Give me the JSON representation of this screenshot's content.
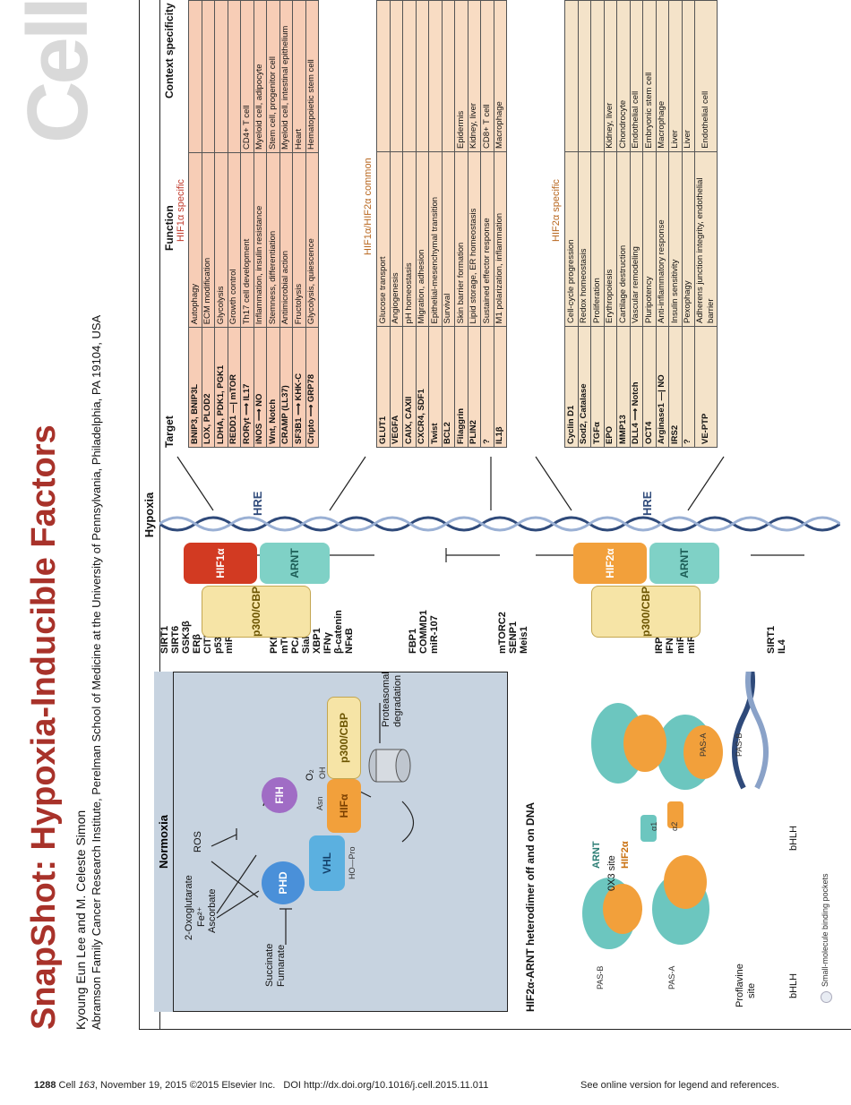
{
  "header": {
    "title": "SnapShot: Hypoxia-Inducible Factors",
    "authors": "Kyoung Eun Lee and M. Celeste Simon",
    "affiliation": "Abramson Family Cancer Research Institute, Perelman School of Medicine at the University of Pennsylvania, Philadelphia, PA 19104, USA",
    "logo": "Cell"
  },
  "footer": {
    "page": "1288",
    "citation_pre": "Cell ",
    "volume": "163",
    "citation_post": ", November 19, 2015 ©2015 Elsevier Inc.",
    "doi": "DOI http://dx.doi.org/10.1016/j.cell.2015.11.011",
    "online": "See online version for legend and references."
  },
  "normoxia": {
    "title": "Normoxia",
    "cofactors": [
      "2-Oxoglutarate",
      "Fe²⁺",
      "Ascorbate"
    ],
    "ros": "ROS",
    "inhibitors": [
      "Succinate",
      "Fumarate"
    ],
    "phd": "PHD",
    "fih": "FIH",
    "vhl": "VHL",
    "hif": "HIFα",
    "p300": "p300/CBP",
    "o2": "O₂",
    "hopro": "HO—Pro",
    "asn": "Asn",
    "oh": "OH",
    "degradation": [
      "Proteasomal",
      "degradation"
    ]
  },
  "structure": {
    "title": "HIF2α-ARNT heterodimer off and on DNA",
    "arnt": "ARNT",
    "hif2a": "HIF2α",
    "oxsite": "0X3 site",
    "proflavine": [
      "Proflavine",
      "site"
    ],
    "bhlh": "bHLH",
    "pasa": "PAS-A",
    "pasb": "PAS-B",
    "a1": "α1",
    "a2": "α2",
    "legend": "Small-molecule binding pockets"
  },
  "hypoxia": {
    "title": "Hypoxia",
    "hre": "HRE",
    "arnt": "ARNT",
    "p300": "p300/CBP",
    "hif1a": "HIF1α",
    "hif2a": "HIF2α",
    "hif1_inhib": [
      "SIRT1",
      "SIRT6",
      "GSK3β",
      "ERβ",
      "CITED2",
      "p53",
      "miR-210"
    ],
    "hif1_act": [
      "PKM2",
      "mTORC1",
      "PCAF",
      "Siah2",
      "XBP1",
      "IFNγ",
      "β-catenin",
      "NFκB"
    ],
    "common_inhib": [
      "FBP1",
      "COMMD1",
      "miR-107"
    ],
    "common_act": [
      "mTORC2",
      "SENP1",
      "Meis1"
    ],
    "hif2_inhib": [
      "IRP1",
      "IFNγ",
      "miR-30c-2-3p",
      "miR-30a-3p"
    ],
    "hif2_act": [
      "SIRT1",
      "IL4"
    ]
  },
  "table": {
    "col_target": "Target",
    "col_function": "Function",
    "col_context": "Context specificity",
    "hif1_title": "HIF1α specific",
    "common_title": "HIF1α/HIF2α common",
    "hif2_title": "HIF2α specific",
    "hif1_rows": [
      [
        "BNIP3, BNIP3L",
        "Autophagy",
        ""
      ],
      [
        "LOX, PLOD2",
        "ECM modification",
        ""
      ],
      [
        "LDHA, PDK1, PGK1",
        "Glycolysis",
        ""
      ],
      [
        "REDD1 —| mTOR",
        "Growth control",
        ""
      ],
      [
        "RORγt ⟶ IL17",
        "Th17 cell development",
        "CD4+ T cell"
      ],
      [
        "iNOS ⟶ NO",
        "Inflammation, insulin resistance",
        "Myeloid cell, adipocyte"
      ],
      [
        "Wnt, Notch",
        "Stemness, differentiation",
        "Stem cell, progenitor cell"
      ],
      [
        "CRAMP (LL37)",
        "Antimicrobial action",
        "Myeloid cell, intestinal epithelium"
      ],
      [
        "SF3B1 ⟶ KHK-C",
        "Fructolysis",
        "Heart"
      ],
      [
        "Cripto ⟶ GRP78",
        "Glycolysis, quiescence",
        "Hematopoietic stem cell"
      ]
    ],
    "common_rows": [
      [
        "GLUT1",
        "Glucose transport",
        ""
      ],
      [
        "VEGFA",
        "Angiogenesis",
        ""
      ],
      [
        "CAIX, CAXII",
        "pH homeostasis",
        ""
      ],
      [
        "CXCR4, SDF1",
        "Migration, adhesion",
        ""
      ],
      [
        "Twist",
        "Epithelial-mesenchymal transition",
        ""
      ],
      [
        "BCL2",
        "Survival",
        ""
      ],
      [
        "Filaggrin",
        "Skin barrier formation",
        "Epidermis"
      ],
      [
        "PLIN2",
        "Lipid storage, ER homeostasis",
        "Kidney, liver"
      ],
      [
        "?",
        "Sustained effector response",
        "CD8+ T cell"
      ],
      [
        "IL1β",
        "M1 polarization, inflammation",
        "Macrophage"
      ]
    ],
    "hif2_rows": [
      [
        "Cyclin D1",
        "Cell-cycle progression",
        ""
      ],
      [
        "Sod2, Catalase",
        "Redox homeostasis",
        ""
      ],
      [
        "TGFα",
        "Proliferation",
        ""
      ],
      [
        "EPO",
        "Erythropoiesis",
        "Kidney, liver"
      ],
      [
        "MMP13",
        "Cartilage destruction",
        "Chondrocyte"
      ],
      [
        "DLL4 ⟶ Notch",
        "Vascular remodeling",
        "Endothelial cell"
      ],
      [
        "OCT4",
        "Pluripotency",
        "Embryonic stem cell"
      ],
      [
        "Arginase1 —| NO",
        "Anti-inflammatory response",
        "Macrophage"
      ],
      [
        "IRS2",
        "Insulin sensitivity",
        "Liver"
      ],
      [
        "?",
        "Pexophagy",
        "Liver"
      ],
      [
        "VE-PTP",
        "Adherens junction integrity, endothelial barrier",
        "Endothelial cell"
      ]
    ]
  },
  "colors": {
    "title": "#a8322a",
    "phd": "#4a90d9",
    "fih": "#a06cc5",
    "hif1a": "#d23a22",
    "hif2a": "#f2a03b",
    "arnt": "#7fd1c6",
    "p300": "#f6e4a6",
    "normoxia_bg": "#c7d3e0",
    "hif1_rows": "#f7cdb6",
    "common_rows": "#f8dcc3",
    "hif2_rows": "#f4e3c9"
  }
}
